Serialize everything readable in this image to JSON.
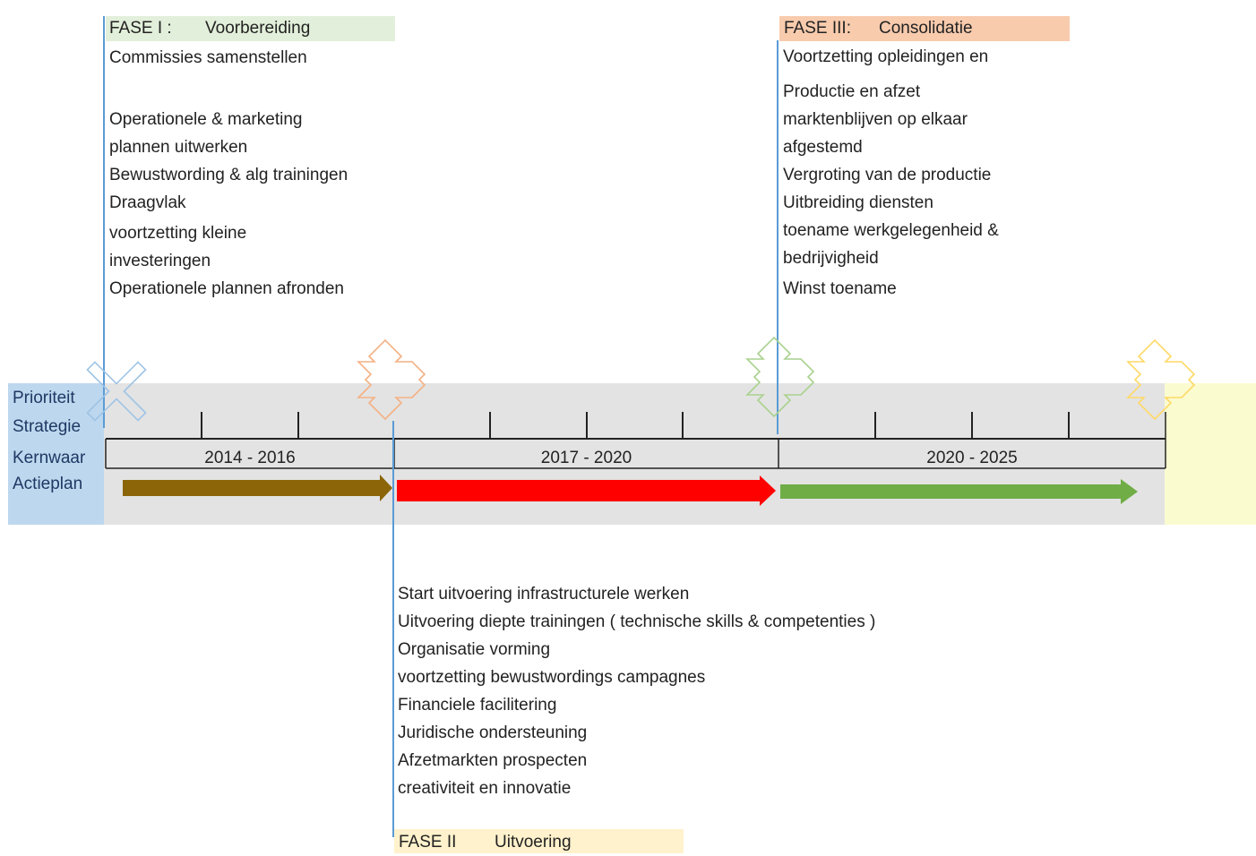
{
  "phase1": {
    "code": "FASE I :",
    "name": "Voorbereiding",
    "color": "#e2efda",
    "items": [
      "Commissies samenstellen",
      "",
      "Operationele & marketing",
      "plannen uitwerken",
      "Bewustwording & alg trainingen",
      "Draagvlak",
      "voortzetting kleine",
      "investeringen",
      "Operationele plannen  afronden"
    ]
  },
  "phase2": {
    "code": "FASE II",
    "name": "Uitvoering",
    "color": "#fff2cc",
    "items": [
      "Start uitvoering infrastructurele  werken",
      " Uitvoering  diepte trainingen ( technische skills & competenties )",
      "Organisatie  vorming",
      "voortzetting bewustwordings campagnes",
      "Financiele facilitering",
      "Juridische ondersteuning",
      "Afzetmarkten prospecten",
      "creativiteit en innovatie"
    ]
  },
  "phase3": {
    "code": "FASE III:",
    "name": "Consolidatie",
    "color": "#f8cbad",
    "items": [
      "Voortzetting  opleidingen en",
      "",
      "Productie en afzet",
      "marktenblijven op elkaar",
      "afgestemd",
      "Vergroting van de productie",
      "Uitbreiding diensten",
      "toename  werkgelegenheid  &",
      "bedrijvigheid",
      "Winst toename"
    ]
  },
  "rows": [
    "Prioriteit",
    "Strategie",
    "Kernwaar",
    "Actieplan"
  ],
  "periods": [
    "2014 - 2016",
    "2017  - 2020",
    "2020 - 2025"
  ],
  "colors": {
    "arrow1": "#8b6508",
    "arrow2": "#ff0000",
    "arrow3": "#70ad47",
    "connector": "#5b9bd5",
    "marker1": "#9dc3e6",
    "marker2": "#f4b183",
    "marker3": "#a9d18e",
    "marker4": "#ffd966"
  }
}
